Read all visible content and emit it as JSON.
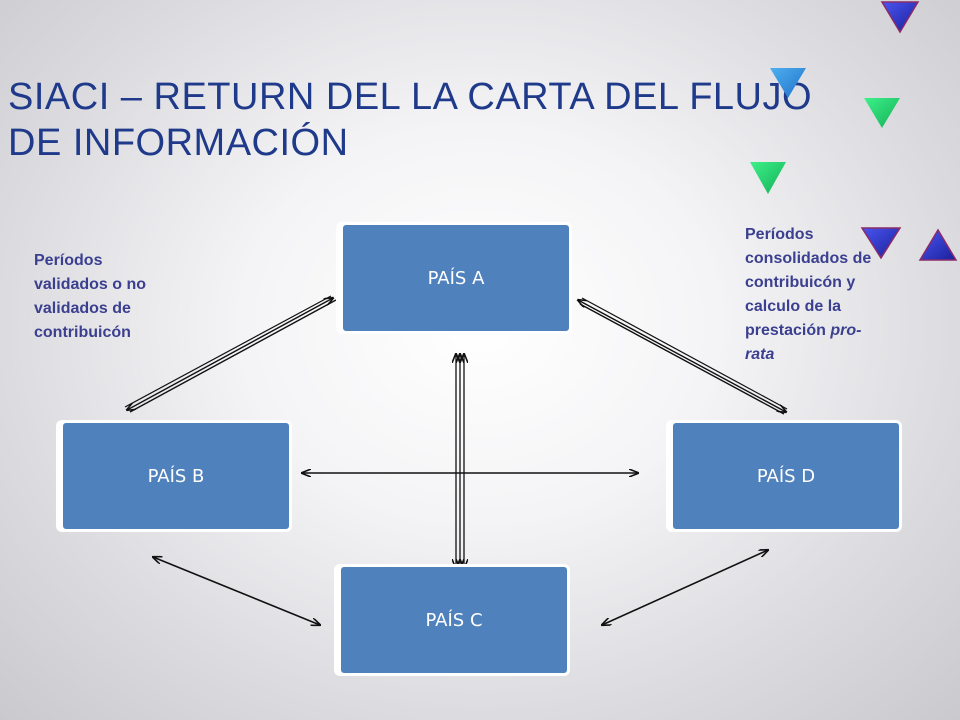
{
  "title": {
    "line1": "SIACI – RETURN DEL LA CARTA DEL FLUJO",
    "line2": "DE INFORMACIÓN"
  },
  "boxes": {
    "a": "PAÍS A",
    "b": "PAÍS B",
    "c": "PAÍS C",
    "d": "PAÍS D"
  },
  "notes": {
    "left": {
      "l1": "Períodos",
      "l2": "validados o no",
      "l3": "validados de",
      "l4": "contribuicón"
    },
    "right": {
      "l1": "Períodos",
      "l2": "consolidados de",
      "l3": "contribuicón y",
      "l4": "calculo de la",
      "l5_normal": "prestación ",
      "l5_italic": "pro-",
      "l6_italic": "rata"
    }
  },
  "colors": {
    "box_fill": "#4f81bd",
    "title": "#1f3a8a",
    "note_text": "#3b3f8f",
    "triangle_green": "#1fcf6a",
    "triangle_blue": "#2b33c8"
  },
  "decorations": [
    "triangle-down-icon",
    "triangle-up-icon"
  ]
}
